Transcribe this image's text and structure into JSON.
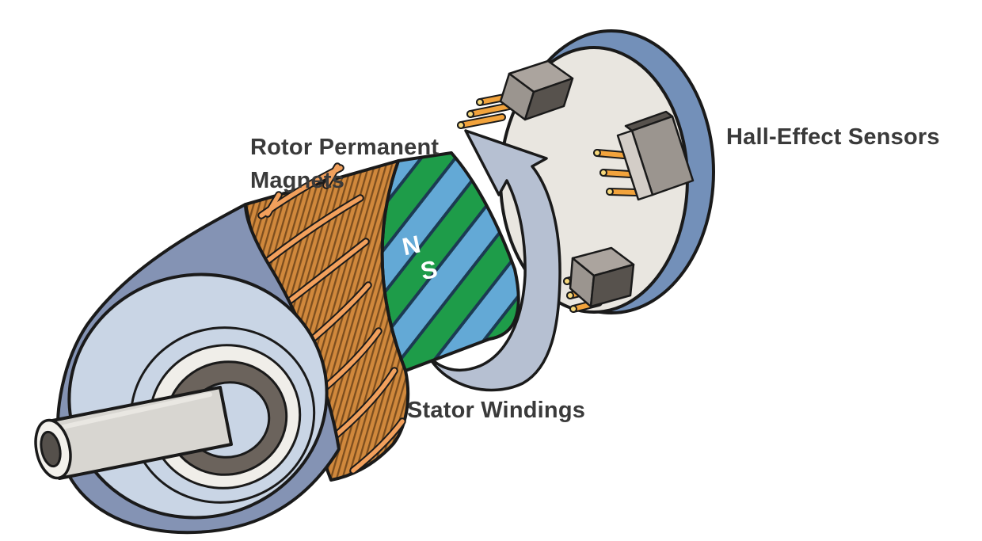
{
  "figure": {
    "labels": {
      "rotor_line1": "Rotor Permanent",
      "rotor_line2": "Magnets",
      "stator": "Stator Windings",
      "hall": "Hall-Effect Sensors",
      "pole_north": "N",
      "pole_south": "S"
    },
    "colors": {
      "magnet_green": "#1E9C49",
      "magnet_blue": "#63A9D6",
      "magnet_divider": "#1C3A52",
      "copper": "#D0883C",
      "copper_line": "#7D4E1E",
      "jumper_wire": "#F2A05C",
      "body_rim": "#8493B4",
      "body_face": "#C9D5E5",
      "bearing_light": "#F0EEE9",
      "bearing_dark": "#6B635C",
      "shaft": "#D8D6D1",
      "shaft_tip_ring": "#F2F0EB",
      "shaft_hole": "#55504B",
      "disc_ring": "#7390B9",
      "disc_face": "#E9E6E0",
      "rotation_arrow": "#B6C0D2",
      "chip_light": "#ABA49E",
      "chip_mid": "#9B958F",
      "chip_dark": "#57524D",
      "pin_orange": "#F2A33C",
      "pin_tip": "#F6D87B",
      "outline": "#1a1a1a",
      "label_text": "#3A3A3A"
    }
  }
}
